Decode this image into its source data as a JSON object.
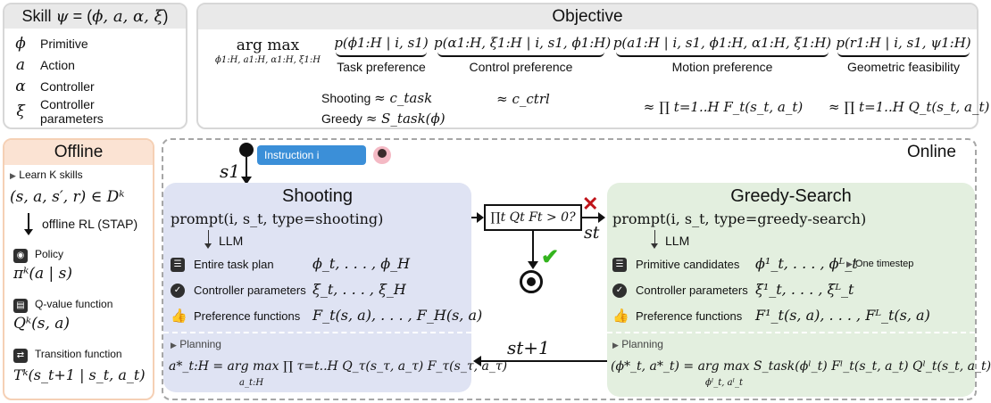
{
  "skill": {
    "title": "Skill ψ = (ϕ, a, α, ξ)",
    "items": [
      {
        "symbol": "ϕ",
        "label": "Primitive"
      },
      {
        "symbol": "a",
        "label": "Action"
      },
      {
        "symbol": "α",
        "label": "Controller"
      },
      {
        "symbol": "ξ",
        "label": "Controller parameters"
      }
    ]
  },
  "objective": {
    "title": "Objective",
    "argmax": "arg max",
    "argmax_sub": "ϕ1:H, a1:H, α1:H, ξ1:H",
    "terms": [
      {
        "math": "p(ϕ1:H | i, s1)",
        "label": "Task preference"
      },
      {
        "math": "p(α1:H, ξ1:H | i, s1, ϕ1:H)",
        "label": "Control preference"
      },
      {
        "math": "p(a1:H | i, s1, ϕ1:H, α1:H, ξ1:H)",
        "label": "Motion preference"
      },
      {
        "math": "p(r1:H | i, s1, ψ1:H)",
        "label": "Geometric feasibility"
      }
    ],
    "shooting_label": "Shooting",
    "shooting_approx": "≈ c_task",
    "greedy_label": "Greedy",
    "greedy_approx": "≈ S_task(ϕ)",
    "control_approx": "≈ c_ctrl",
    "motion_approx": "≈ ∏ t=1..H F_t(s_t, a_t)",
    "geo_approx": "≈ ∏ t=1..H Q_t(s_t, a_t)"
  },
  "offline": {
    "title": "Offline",
    "learn": "Learn K skills",
    "dataset": "(s, a, s′, r) ∈ Dᵏ",
    "method": "offline RL (STAP)",
    "items": [
      {
        "label": "Policy",
        "math": "πᵏ(a | s)"
      },
      {
        "label": "Q-value function",
        "math": "Qᵏ(s, a)"
      },
      {
        "label": "Transition function",
        "math": "Tᵏ(s_t+1 | s_t, a_t)"
      }
    ]
  },
  "online": {
    "title": "Online",
    "instruction": "Instruction i",
    "s1": "s1",
    "st": "st",
    "st1": "st+1",
    "check": "∏t Qt Ft > 0?"
  },
  "shooting": {
    "title": "Shooting",
    "prompt": "prompt(i, s_t, type=shooting)",
    "llm": "LLM",
    "rows": [
      {
        "label": "Entire task plan",
        "math": "ϕ_t, . . . , ϕ_H"
      },
      {
        "label": "Controller parameters",
        "math": "ξ_t, . . . , ξ_H"
      },
      {
        "label": "Preference functions",
        "math": "F_t(s, a), . . . , F_H(s, a)"
      }
    ],
    "planning": "Planning",
    "plan_eq": "a*_t:H = arg max ∏ τ=t..H Q_τ(s_τ, a_τ) F_τ(s_τ, a_τ)",
    "plan_sub": "a_t:H"
  },
  "greedy": {
    "title": "Greedy-Search",
    "prompt": "prompt(i, s_t, type=greedy-search)",
    "llm": "LLM",
    "rows": [
      {
        "label": "Primitive candidates",
        "math": "ϕ¹_t, . . . , ϕᴸ_t"
      },
      {
        "label": "Controller parameters",
        "math": "ξ¹_t, . . . , ξᴸ_t"
      },
      {
        "label": "Preference functions",
        "math": "F¹_t(s, a), . . . , Fᴸ_t(s, a)"
      }
    ],
    "note": "One timestep",
    "planning": "Planning",
    "plan_eq": "(ϕ*_t, a*_t) = arg max S_task(ϕˡ_t) Fˡ_t(s_t, a_t) Qˡ_t(s_t, a_t)",
    "plan_sub": "ϕˡ_t, aˡ_t"
  },
  "colors": {
    "offline_header": "#fbe3d3",
    "offline_border": "#f5d0b5",
    "shooting_bg": "#dfe3f3",
    "greedy_bg": "#e3efdf",
    "instruction_bg": "#3b8fd8",
    "cross": "#c0141a",
    "check": "#34b41e"
  }
}
